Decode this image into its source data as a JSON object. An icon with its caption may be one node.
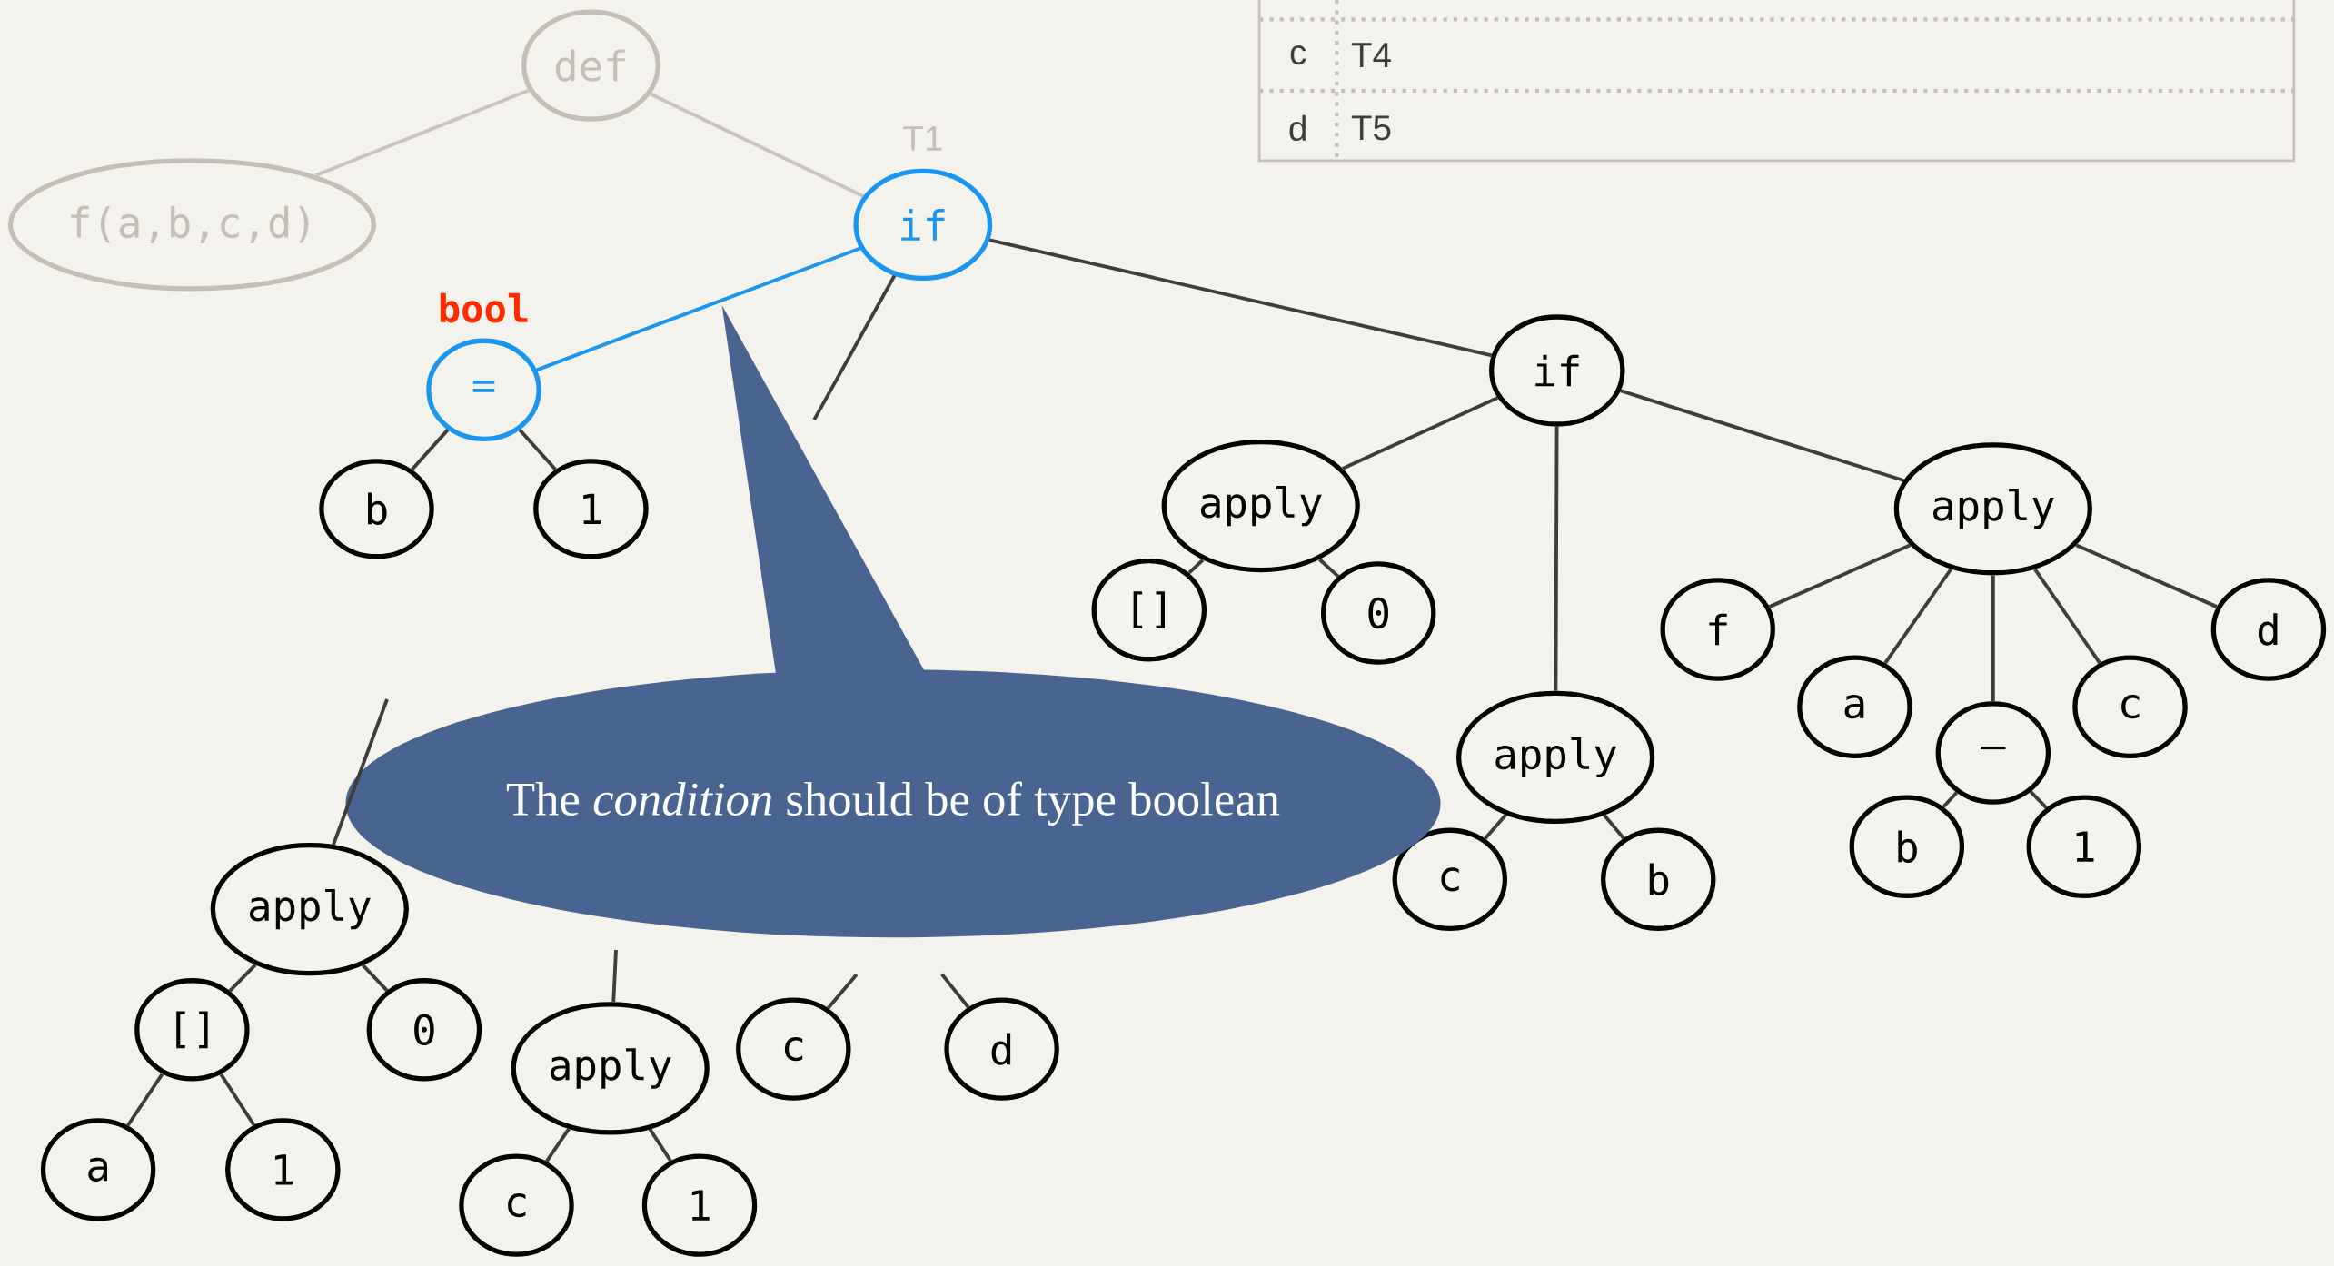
{
  "diagram": {
    "nodes": [
      {
        "text": [
          "def"
        ]
      },
      {
        "text": [
          "f(a,b,c,d)"
        ]
      },
      {
        "text": [
          "if"
        ],
        "beside": [
          "T1"
        ]
      },
      {
        "text": [
          "="
        ],
        "beside": [
          "bool"
        ]
      },
      {
        "text": [
          "b"
        ]
      },
      {
        "text": [
          "1"
        ]
      },
      {
        "text": [
          "if"
        ]
      },
      {
        "text": [
          "apply"
        ]
      },
      {
        "text": [
          "[]"
        ]
      },
      {
        "text": [
          "0"
        ]
      },
      {
        "text": [
          "apply"
        ]
      },
      {
        "text": [
          "c"
        ]
      },
      {
        "text": [
          "b"
        ]
      },
      {
        "text": [
          "apply"
        ]
      },
      {
        "text": [
          "f"
        ]
      },
      {
        "text": [
          "a"
        ]
      },
      {
        "text": [
          "–"
        ]
      },
      {
        "text": [
          "c"
        ]
      },
      {
        "text": [
          "d"
        ]
      },
      {
        "text": [
          "b"
        ]
      },
      {
        "text": [
          "1"
        ]
      },
      {
        "text": [
          "apply"
        ]
      },
      {
        "text": [
          "[]"
        ]
      },
      {
        "text": [
          "0"
        ]
      },
      {
        "text": [
          "a"
        ]
      },
      {
        "text": [
          "1"
        ]
      },
      {
        "text": [
          "apply"
        ]
      },
      {
        "text": [
          "c"
        ]
      },
      {
        "text": [
          "1"
        ]
      },
      {
        "text": [
          "c"
        ]
      },
      {
        "text": [
          "d"
        ]
      },
      {
        "text": [
          "The *condition* should be of type boolean"
        ]
      }
    ],
    "edges": [
      {
        "from": 0,
        "to": 1,
        "arrow": "none",
        "color": "#c9c5be"
      },
      {
        "from": 0,
        "to": 2,
        "arrow": "none",
        "color": "#c9c5be"
      },
      {
        "from": 2,
        "to": 3,
        "arrow": "none",
        "color": "#1a96f0"
      },
      {
        "from": 2,
        "to": null,
        "arrow": "none"
      },
      {
        "from": 2,
        "to": 6,
        "arrow": "none"
      },
      {
        "from": 3,
        "to": 4,
        "arrow": "none"
      },
      {
        "from": 3,
        "to": 5,
        "arrow": "none"
      },
      {
        "from": 6,
        "to": 7,
        "arrow": "none"
      },
      {
        "from": 6,
        "to": 10,
        "arrow": "none"
      },
      {
        "from": 6,
        "to": 13,
        "arrow": "none"
      },
      {
        "from": 7,
        "to": 8,
        "arrow": "none"
      },
      {
        "from": 7,
        "to": 9,
        "arrow": "none"
      },
      {
        "from": 10,
        "to": 11,
        "arrow": "none"
      },
      {
        "from": 10,
        "to": 12,
        "arrow": "none"
      },
      {
        "from": 13,
        "to": 14,
        "arrow": "none"
      },
      {
        "from": 13,
        "to": 15,
        "arrow": "none"
      },
      {
        "from": 13,
        "to": 16,
        "arrow": "none"
      },
      {
        "from": 13,
        "to": 17,
        "arrow": "none"
      },
      {
        "from": 13,
        "to": 18,
        "arrow": "none"
      },
      {
        "from": 16,
        "to": 19,
        "arrow": "none"
      },
      {
        "from": 16,
        "to": 20,
        "arrow": "none"
      },
      {
        "from": null,
        "to": 21,
        "arrow": "none"
      },
      {
        "from": null,
        "to": 26,
        "arrow": "none"
      },
      {
        "from": null,
        "to": 29,
        "arrow": "none"
      },
      {
        "from": null,
        "to": 30,
        "arrow": "none"
      },
      {
        "from": 21,
        "to": 22,
        "arrow": "none"
      },
      {
        "from": 21,
        "to": 23,
        "arrow": "none"
      },
      {
        "from": 22,
        "to": 24,
        "arrow": "none"
      },
      {
        "from": 22,
        "to": 25,
        "arrow": "none"
      },
      {
        "from": 26,
        "to": 27,
        "arrow": "none"
      },
      {
        "from": 26,
        "to": 28,
        "arrow": "none"
      }
    ],
    "labels": [
      "c",
      "T4",
      "d",
      "T5"
    ]
  }
}
